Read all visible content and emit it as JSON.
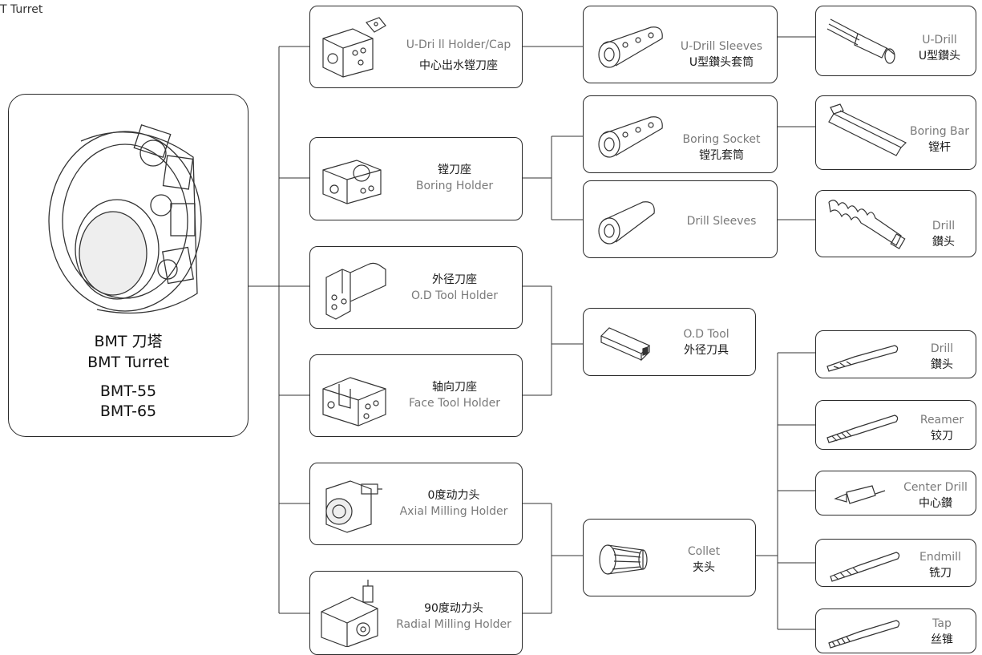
{
  "page_title": "T Turret",
  "turret": {
    "zh": "BMT 刀塔",
    "en": "BMT Turret",
    "model1": "BMT-55",
    "model2": "BMT-65",
    "icon": "turret-icon"
  },
  "holders": {
    "udrill_holder": {
      "en": "U-Dri ll Holder/Cap",
      "zh": "中心出水镗刀座",
      "icon": "udrill-holder-icon"
    },
    "boring_holder": {
      "zh": "镗刀座",
      "en": "Boring Holder",
      "icon": "boring-holder-icon"
    },
    "od_holder": {
      "zh": "外径刀座",
      "en": "O.D Tool Holder",
      "icon": "od-holder-icon"
    },
    "face_holder": {
      "zh": "轴向刀座",
      "en": "Face Tool Holder",
      "icon": "face-holder-icon"
    },
    "axial_milling": {
      "zh": "0度动力头",
      "en": "Axial Milling Holder",
      "icon": "axial-milling-icon"
    },
    "radial_milling": {
      "zh": "90度动力头",
      "en": "Radial Milling Holder",
      "icon": "radial-milling-icon"
    }
  },
  "sleeves": {
    "udrill_sleeves": {
      "en": "U-Drill Sleeves",
      "zh": "U型鑚头套筒",
      "icon": "sleeve-icon"
    },
    "boring_socket": {
      "en": "Boring Socket",
      "zh": "镗孔套筒",
      "icon": "sleeve-icon"
    },
    "drill_sleeves": {
      "en": "Drill Sleeves",
      "icon": "sleeve-icon"
    },
    "od_tool": {
      "en": "O.D Tool",
      "zh": "外径刀具",
      "icon": "od-tool-icon"
    },
    "collet": {
      "en": "Collet",
      "zh": "夹头",
      "icon": "collet-icon"
    }
  },
  "tools": {
    "udrill": {
      "en": "U-Drill",
      "zh": "U型鑚头",
      "icon": "udrill-icon"
    },
    "boring_bar": {
      "en": "Boring Bar",
      "zh": "镗杆",
      "icon": "boring-bar-icon"
    },
    "drill_top": {
      "en": "Drill",
      "zh": "鑚头",
      "icon": "drill-icon"
    },
    "drill": {
      "en": "Drill",
      "zh": "鑚头",
      "icon": "drill-icon"
    },
    "reamer": {
      "en": "Reamer",
      "zh": "铰刀",
      "icon": "reamer-icon"
    },
    "center_drill": {
      "en": "Center Drill",
      "zh": "中心鑚",
      "icon": "center-drill-icon"
    },
    "endmill": {
      "en": "Endmill",
      "zh": "铣刀",
      "icon": "endmill-icon"
    },
    "tap": {
      "en": "Tap",
      "zh": "丝锥",
      "icon": "tap-icon"
    }
  }
}
